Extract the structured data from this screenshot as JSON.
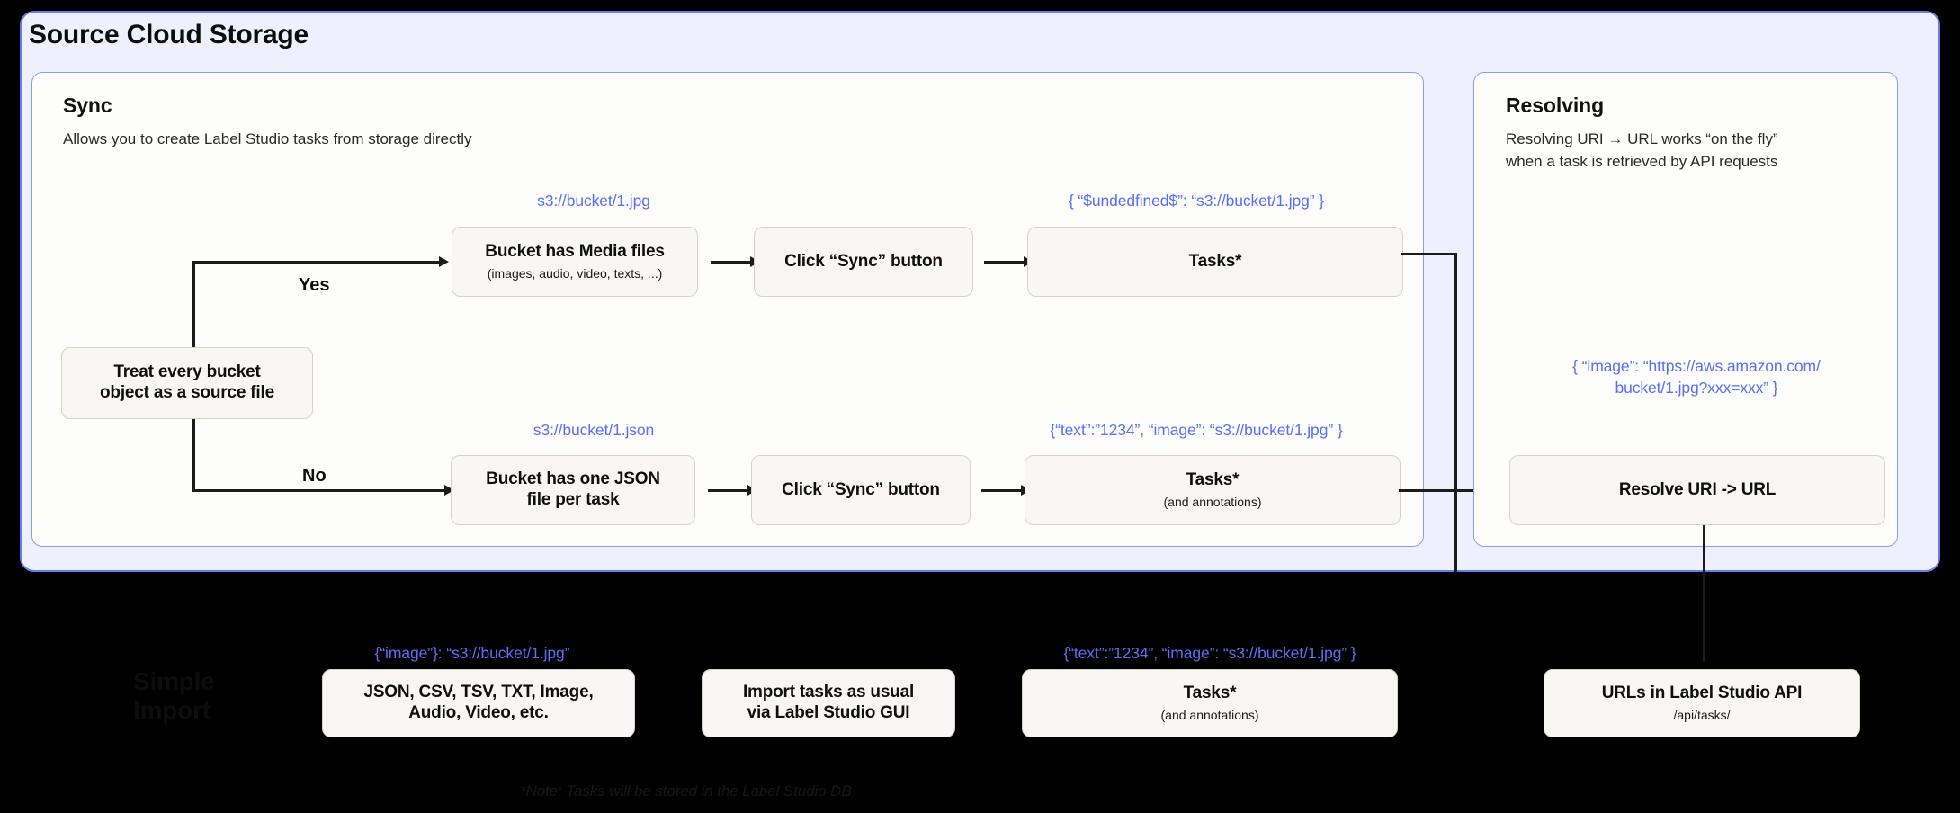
{
  "outer_panel": {
    "title": "Source Cloud Storage"
  },
  "sync_card": {
    "title": "Sync",
    "subtitle": "Allows you to create Label Studio tasks from storage directly",
    "yes_label": "Yes",
    "no_label": "No",
    "decision_box": "Treat every bucket\nobject as a source file",
    "yes_branch": {
      "uri_label": "s3://bucket/1.jpg",
      "box_title": "Bucket has Media files",
      "box_sub": "(images, audio, video, texts, ...)",
      "sync_button": "Click “Sync” button",
      "task_json": "{ “$undedfined$”: “s3://bucket/1.jpg” }",
      "tasks_title": "Tasks*"
    },
    "no_branch": {
      "uri_label": "s3://bucket/1.json",
      "box_title": "Bucket has one JSON\nfile per task",
      "sync_button": "Click “Sync” button",
      "task_json": "{“text”:”1234”,  “image”: “s3://bucket/1.jpg” }",
      "tasks_title": "Tasks*",
      "tasks_sub": "(and annotations)"
    }
  },
  "resolving_card": {
    "title": "Resolving",
    "subtitle": "Resolving URI → URL works “on the fly”\nwhen a task is retrieved by API requests",
    "resolved_json": "{ “image”: “https://aws.amazon.com/\nbucket/1.jpg?xxx=xxx” }",
    "resolve_box": "Resolve URI -> URL"
  },
  "bottom_section": {
    "ghost_title": "Simple\nImport",
    "import_json": "{“image”}: “s3://bucket/1.jpg”",
    "formats_box": "JSON, CSV, TSV, TXT, Image,\nAudio, Video, etc.",
    "import_box": "Import tasks as usual\nvia Label Studio GUI",
    "tasks_json": "{“text”:”1234”,  “image”: “s3://bucket/1.jpg” }",
    "tasks_title": "Tasks*",
    "tasks_sub": "(and annotations)",
    "api_title": "URLs in Label Studio API",
    "api_sub": "/api/tasks/",
    "note": "*Note: Tasks will be stored in the Label Studio DB"
  },
  "colors": {
    "panel_bg": "#eef0fd",
    "panel_border": "#6b7cf0",
    "card_bg": "#fdfdfb",
    "card_border": "#8d9bf2",
    "box_bg": "#f8f7f4",
    "box_border": "#d8d2c6",
    "code_blue": "#5b6ef5",
    "line": "#1c1c1c",
    "page_bg": "#000000"
  }
}
